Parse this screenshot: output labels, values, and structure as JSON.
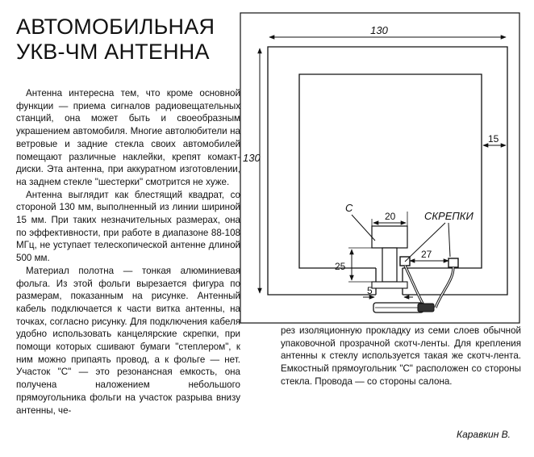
{
  "article": {
    "title_line1": "АВТОМОБИЛЬНАЯ",
    "title_line2": "УКВ-ЧМ АНТЕННА",
    "left_paragraphs": [
      "Антенна интересна тем, что кроме основной функции — приема сигналов радиовещательных станций, она может быть и своеобразным украшением автомобиля. Многие автолюбители на ветровые и задние стекла своих автомобилей помещают различные наклейки, крепят комакт-диски. Эта антенна, при аккуратном изготовлении, на заднем стекле \"шестерки\" смотрится не хуже.",
      "Антенна выглядит как блестящий квадрат, со стороной 130 мм, выполненный из линии шириной 15 мм. При таких незначительных размерах, она по эффективности, при работе в диапазоне 88-108 МГц, не уступает телескопической антенне длиной 500 мм.",
      "Материал полотна — тонкая алюминиевая фольга. Из этой фольги вырезается фигура по размерам, показанным на рисунке. Антенный кабель подключается к части витка антенны, на точках, согласно рисунку. Для подключения кабеля удобно использовать канцелярские скрепки, при помощи которых сшивают бумаги \"степлером\", к ним можно припаять провод, а к фольге — нет. Участок \"С\" — это резонансная емкость, она получена наложением небольшого прямоугольника фольги на участок разрыва внизу антенны, че-"
    ],
    "right_paragraph": "рез изоляционную прокладку из семи слоев обычной упаковочной прозрачной скотч-ленты. Для крепления антенны к стеклу используется такая же скотч-лента. Емкостный прямоугольник \"С\" расположен со стороны стекла. Провода — со стороны салона.",
    "author": "Каравкин В."
  },
  "diagram": {
    "dim_top": "130",
    "dim_left": "130",
    "dim_strip": "15",
    "label_c": "C",
    "dim_c_width": "20",
    "label_clips": "СКРЕПКИ",
    "dim_clip_span": "27",
    "dim_c_height": "25",
    "dim_gap": "5"
  }
}
